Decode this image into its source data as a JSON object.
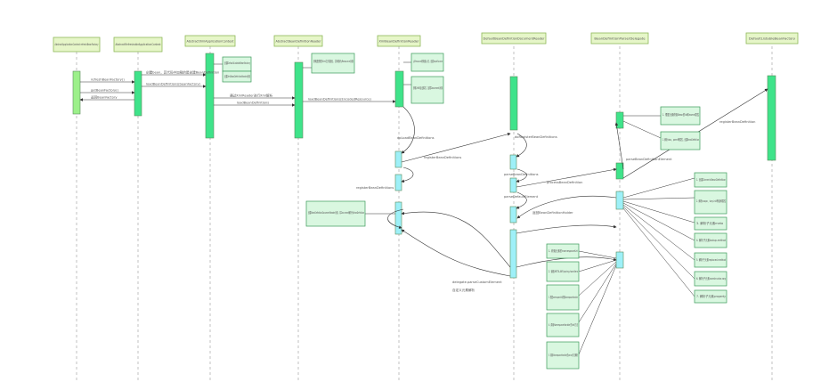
{
  "participants": [
    {
      "id": "p0",
      "label": "AbstractApplicationContext refreshBeanFactory"
    },
    {
      "id": "p1",
      "label": "AbstractRefreshableApplicationContext"
    },
    {
      "id": "p2",
      "label": "AbstractXmlApplicationContext"
    },
    {
      "id": "p3",
      "label": "AbstractBeanDefinitionReader"
    },
    {
      "id": "p4",
      "label": "XmlBeanDefinitionReader"
    },
    {
      "id": "p5",
      "label": "DefaultBeanDefinitionDocumentReader"
    },
    {
      "id": "p6",
      "label": "BeanDefinitionParserDelegate"
    },
    {
      "id": "p7",
      "label": "DefaultListableBeanFactory"
    }
  ],
  "messages": [
    {
      "id": "m1",
      "label": "refreshBeanFactory()"
    },
    {
      "id": "m2",
      "label": "getBeanFactory()"
    },
    {
      "id": "m3",
      "label": "返回BeanFactory"
    },
    {
      "id": "m4",
      "label": "创建bean，其代码中加载的是创建BeanDefinition"
    },
    {
      "id": "m5",
      "label": "loadBeanDefinitions(beanFactory)"
    },
    {
      "id": "m6",
      "label": "通过XmlReader进行Xml解析"
    },
    {
      "id": "m7",
      "label": "loadBeanDefinitions"
    },
    {
      "id": "m8",
      "label": "loadBeanDefinitions(EncodedResource)"
    },
    {
      "id": "m9",
      "label": "doLoadBeanDefinitions"
    },
    {
      "id": "m10",
      "label": "registerBeanDefinitions"
    },
    {
      "id": "m11",
      "label": "registerBeanDefinitions"
    },
    {
      "id": "m12",
      "label": "doRegisterBeanDefinitions"
    },
    {
      "id": "m13",
      "label": "parseBeanDefinitions"
    },
    {
      "id": "m14",
      "label": "parseDefaultElement"
    },
    {
      "id": "m15",
      "label": "processBeanDefinition"
    },
    {
      "id": "m16",
      "label": "delegate.parseCustomElement"
    },
    {
      "id": "m17",
      "label": "自定义元素解析"
    },
    {
      "id": "m18",
      "label": "parseBeanDefinitionElement"
    },
    {
      "id": "m19",
      "label": "registerBeanDefinition"
    },
    {
      "id": "m20",
      "label": "返回BeanDefinitionHolder"
    }
  ],
  "notes": [
    {
      "id": "n1",
      "label": "创建DefaultListableBeanFactory"
    },
    {
      "id": "n2",
      "label": "创建XmlBeanDefinitionReader对象"
    },
    {
      "id": "n3",
      "label": "获取配置的Xml文件路径，并转换为Resource对象"
    },
    {
      "id": "n4",
      "label": "从Resource获取输入流，创建InputSource"
    },
    {
      "id": "n5",
      "label": "获取XML验证模式，加载Document对象"
    },
    {
      "id": "n6",
      "label": "创建BeanDefinitionDocumentReader对象，将Document解析为BeanDefinition"
    },
    {
      "id": "n7",
      "label": "1. 根据元素获取Bean的id和name属性"
    },
    {
      "id": "n8",
      "label": "2. 解析class、parent等属性，创建BeanDefinition"
    },
    {
      "id": "n9",
      "label": "1. 创建GenericBeanDefinition"
    },
    {
      "id": "n10",
      "label": "2. 解析scope、lazy-init等各种属性"
    },
    {
      "id": "n11",
      "label": "3. 解析子元素meta"
    },
    {
      "id": "n12",
      "label": "4. 解析子元素lookup-method"
    },
    {
      "id": "n13",
      "label": "5. 解析子元素replaced-method"
    },
    {
      "id": "n14",
      "label": "6. 解析子元素constructor-arg"
    },
    {
      "id": "n15",
      "label": "7. 解析子元素property"
    },
    {
      "id": "n16",
      "label": "1. 获取元素的namespaceUri"
    },
    {
      "id": "n17",
      "label": "2. 读取META-INF/spring.handlers"
    },
    {
      "id": "n18",
      "label": "3. 根据namespaceUri获取NamespaceHandler"
    },
    {
      "id": "n19",
      "label": "4. 调用NamespaceHandler的init方法"
    },
    {
      "id": "n20",
      "label": "5. 调用NamespaceHandler的parse方法解析"
    }
  ],
  "colors": {
    "header_fill": "#e6f6c8",
    "header_border": "#8fb85a",
    "note_fill": "#d9f7e0",
    "note_border": "#3a9a5a",
    "act_green": "#3fe38a",
    "act_lime": "#9cf08a",
    "act_cyan": "#9ef0f8",
    "line": "#333333"
  }
}
